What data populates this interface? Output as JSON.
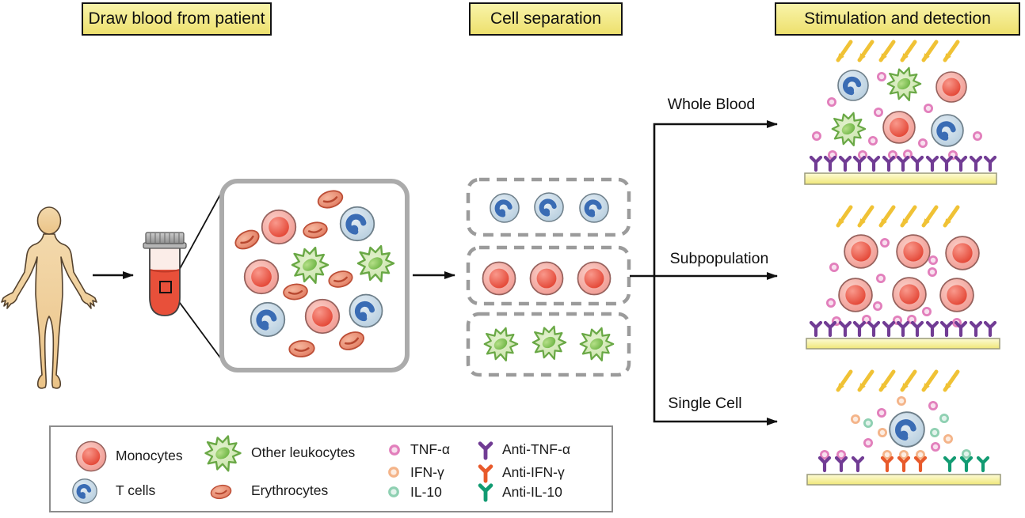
{
  "figure": {
    "headers": {
      "draw_blood": "Draw blood from patient",
      "cell_separation": "Cell separation",
      "stimulation_detection": "Stimulation and detection"
    },
    "branches": {
      "whole_blood": "Whole Blood",
      "subpopulation": "Subpopulation",
      "single_cell": "Single Cell"
    },
    "legend": {
      "cells": [
        {
          "icon": "monocyte-icon",
          "label": "Monocytes",
          "color": "#E2402F"
        },
        {
          "icon": "t-cell-icon",
          "label": "T cells",
          "color": "#3A6CB4"
        },
        {
          "icon": "leukocyte-icon",
          "label": "Other leukocytes",
          "color": "#7CC257"
        },
        {
          "icon": "erythrocyte-icon",
          "label": "Erythrocytes",
          "color": "#DE7257"
        }
      ],
      "cytokines": [
        {
          "icon": "tnf-alpha-dot-icon",
          "label": "TNF-α",
          "color": "#E27FBC"
        },
        {
          "icon": "ifn-gamma-dot-icon",
          "label": "IFN-γ",
          "color": "#F4B489"
        },
        {
          "icon": "il-10-dot-icon",
          "label": "IL-10",
          "color": "#8FD0B2"
        }
      ],
      "antibodies": [
        {
          "icon": "anti-tnf-alpha-icon",
          "label": "Anti-TNF-α",
          "color": "#713C94"
        },
        {
          "icon": "anti-ifn-gamma-icon",
          "label": "Anti-IFN-γ",
          "color": "#E85A2B"
        },
        {
          "icon": "anti-il-10-icon",
          "label": "Anti-IL-10",
          "color": "#129B72"
        }
      ]
    },
    "colors": {
      "header_bg": "#F5EE8F",
      "light_ray": "#F0C235",
      "assay_plate": "#F8F3A9",
      "skin": "#EFCD9C",
      "blood": "#E8503A"
    }
  }
}
